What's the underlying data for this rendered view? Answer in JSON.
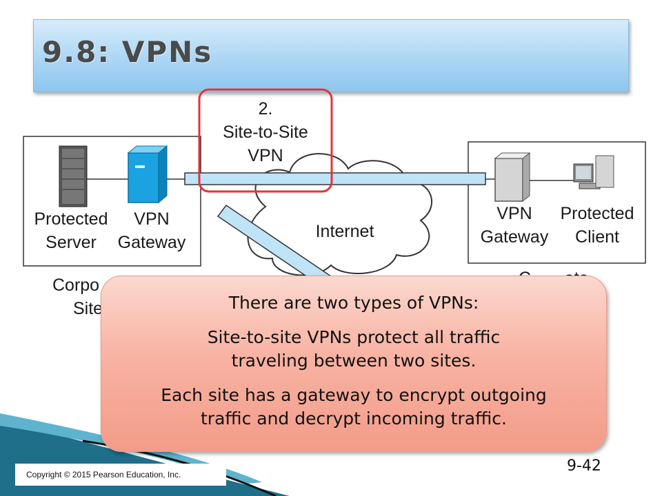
{
  "title": "9.8: VPNs",
  "diagram": {
    "label_number": "2.",
    "label_line1": "Site-to-Site",
    "label_line2": "VPN",
    "left_server_line1": "Protected",
    "left_server_line2": "Server",
    "left_gateway_line1": "VPN",
    "left_gateway_line2": "Gateway",
    "internet": "Internet",
    "right_gateway_line1": "VPN",
    "right_gateway_line2": "Gateway",
    "right_client_line1": "Protected",
    "right_client_line2": "Client",
    "corporate_left_line1": "Corpo",
    "corporate_left_line2": "Site",
    "corporate_right": "C       ate"
  },
  "callout": {
    "line1": "There are two types of VPNs:",
    "line2": "Site-to-site VPNs protect all traffic",
    "line3": "traveling between two sites.",
    "line4": "Each site has a gateway to encrypt outgoing",
    "line5": "traffic and decrypt incoming traffic."
  },
  "footer": {
    "copyright": "Copyright © 2015 Pearson Education, Inc.",
    "page_number": "9-42"
  },
  "colors": {
    "title_bar": "#a8d4f3",
    "highlight": "#e0343a",
    "callout": "#f8b3a3",
    "tunnel": "#bfe3f7"
  }
}
